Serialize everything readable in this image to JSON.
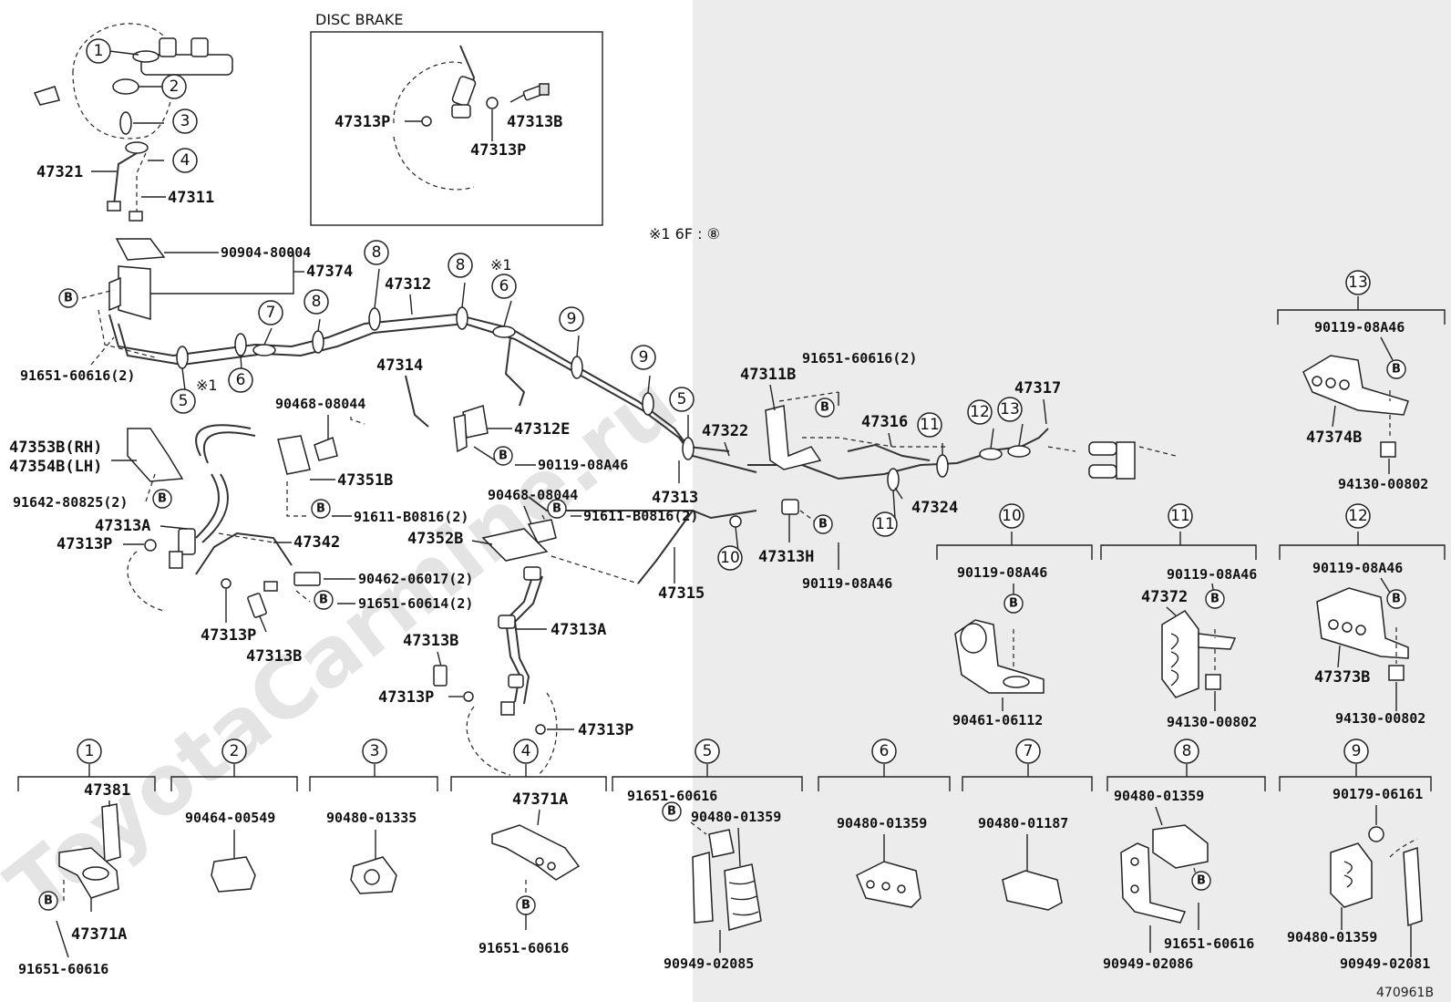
{
  "watermark": "ToyotaCarmine.ru",
  "disc_brake_title": "DISC BRAKE",
  "footnote": "※1 6F : ⑧",
  "diagram_code": "470961B",
  "mark_b": "B",
  "mark_star1": "※1",
  "circle_nums": [
    "1",
    "2",
    "3",
    "4",
    "5",
    "6",
    "7",
    "8",
    "9",
    "10",
    "11",
    "12",
    "13"
  ],
  "labels": {
    "p47321": "47321",
    "p47311": "47311",
    "p90904": "90904-80004",
    "p47374": "47374",
    "p47312": "47312",
    "p91651_60616_2a": "91651-60616(2)",
    "p47314": "47314",
    "p90468a": "90468-08044",
    "p47312E": "47312E",
    "p90119_a": "90119-08A46",
    "p47351B": "47351B",
    "p91611a": "91611-B0816(2)",
    "p47353B": "47353B(RH)",
    "p47354B": "47354B(LH)",
    "p91642": "91642-80825(2)",
    "p47313A_a": "47313A",
    "p47313P_a": "47313P",
    "p47342": "47342",
    "p90462": "90462-06017(2)",
    "p91651_60614": "91651-60614(2)",
    "p47313P_b": "47313P",
    "p47313B_a": "47313B",
    "p90468b": "90468-08044",
    "p91611b": "91611-B0816(2)",
    "p47352B": "47352B",
    "p47313B_b": "47313B",
    "p47313A_b": "47313A",
    "p47313P_c": "47313P",
    "p47313P_d": "47313P",
    "p47315": "47315",
    "p47313": "47313",
    "p47322": "47322",
    "p47311B": "47311B",
    "p91651_60616_2b": "91651-60616(2)",
    "p47316": "47316",
    "p47317": "47317",
    "p47324": "47324",
    "p47313H": "47313H",
    "p90119_b": "90119-08A46",
    "db_47313P_a": "47313P",
    "db_47313B": "47313B",
    "db_47313P_b": "47313P",
    "s13_90119": "90119-08A46",
    "s13_47374B": "47374B",
    "s13_94130": "94130-00802",
    "s10_90119": "90119-08A46",
    "s10_90461": "90461-06112",
    "s11_90119": "90119-08A46",
    "s11_47372": "47372",
    "s11_94130": "94130-00802",
    "s12_90119": "90119-08A46",
    "s12_47373B": "47373B",
    "s12_94130": "94130-00802",
    "s1_47381": "47381",
    "s1_47371A": "47371A",
    "s1_91651": "91651-60616",
    "s2_90464": "90464-00549",
    "s3_90480": "90480-01335",
    "s4_47371A": "47371A",
    "s4_91651": "91651-60616",
    "s5_91651": "91651-60616",
    "s5_90480": "90480-01359",
    "s5_90949": "90949-02085",
    "s6_90480": "90480-01359",
    "s7_90480": "90480-01187",
    "s8_90480": "90480-01359",
    "s8_91651": "91651-60616",
    "s8_90949": "90949-02086",
    "s9_90179": "90179-06161",
    "s9_90480": "90480-01359",
    "s9_90949": "90949-02081"
  }
}
